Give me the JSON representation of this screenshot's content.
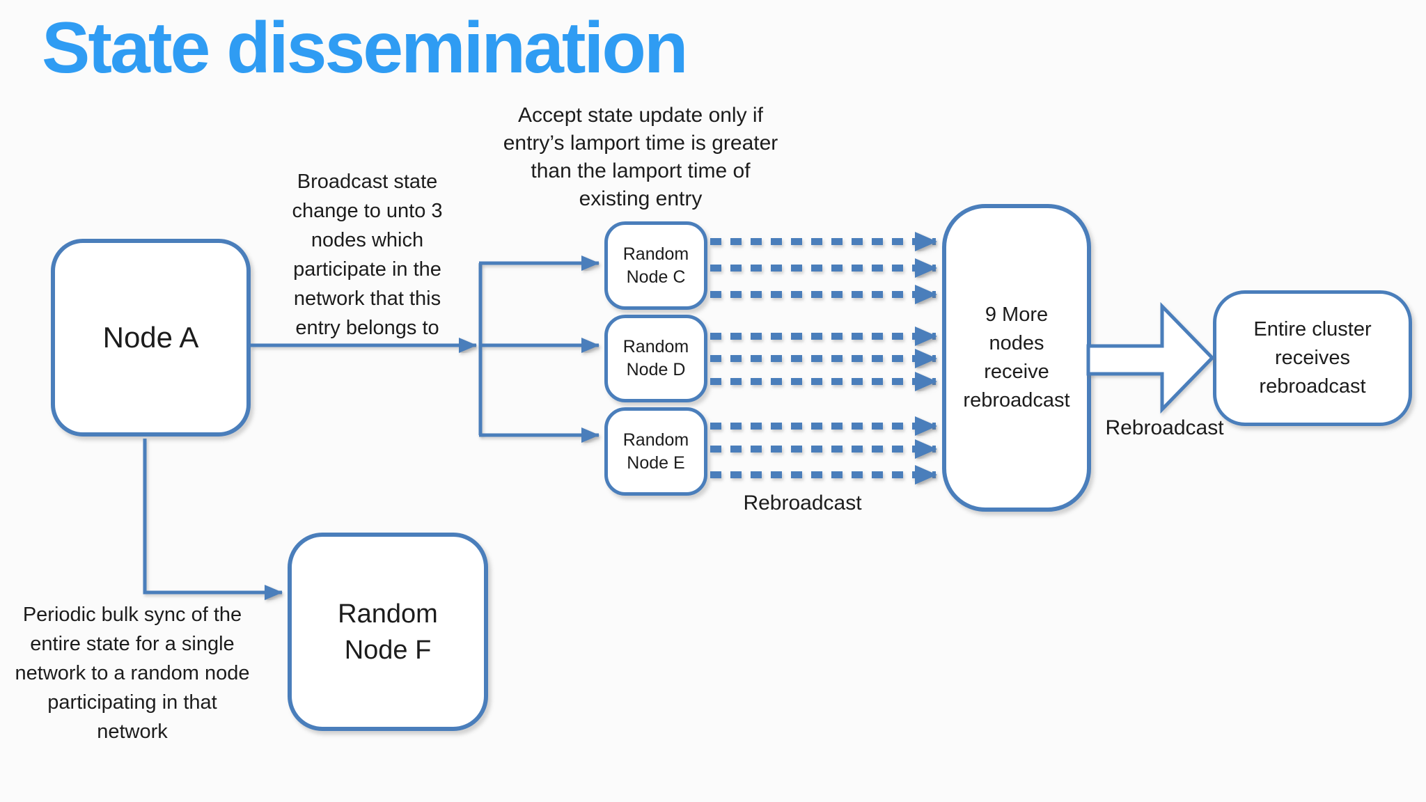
{
  "title": "State dissemination",
  "colors": {
    "title_blue": "#2f9cf3",
    "shape_blue": "#4a7ebb",
    "text": "#1c1c1c",
    "background": "#fbfbfb"
  },
  "nodes": {
    "node_a": {
      "label": "Node A"
    },
    "node_c": {
      "lines": [
        "Random",
        "Node C"
      ]
    },
    "node_d": {
      "lines": [
        "Random",
        "Node D"
      ]
    },
    "node_e": {
      "lines": [
        "Random",
        "Node E"
      ]
    },
    "nine_more": {
      "lines": [
        "9 More",
        "nodes",
        "receive",
        "rebroadcast"
      ]
    },
    "entire_cluster": {
      "lines": [
        "Entire cluster",
        "receives",
        "rebroadcast"
      ]
    },
    "node_f": {
      "lines": [
        "Random",
        "Node F"
      ]
    }
  },
  "annotations": {
    "broadcast": {
      "lines": [
        "Broadcast state",
        "change to unto 3",
        "nodes which",
        "participate in the",
        "network that this",
        "entry belongs to"
      ]
    },
    "accept": {
      "lines": [
        "Accept state update only if",
        "entry’s lamport time is greater",
        "than the lamport time of",
        "existing entry"
      ]
    },
    "rebroadcast_dashed_label": "Rebroadcast",
    "rebroadcast_arrow_label": "Rebroadcast",
    "periodic": {
      "lines": [
        "Periodic bulk sync of the",
        "entire state for a single",
        "network to a random node",
        "participating in that",
        "network"
      ]
    }
  }
}
